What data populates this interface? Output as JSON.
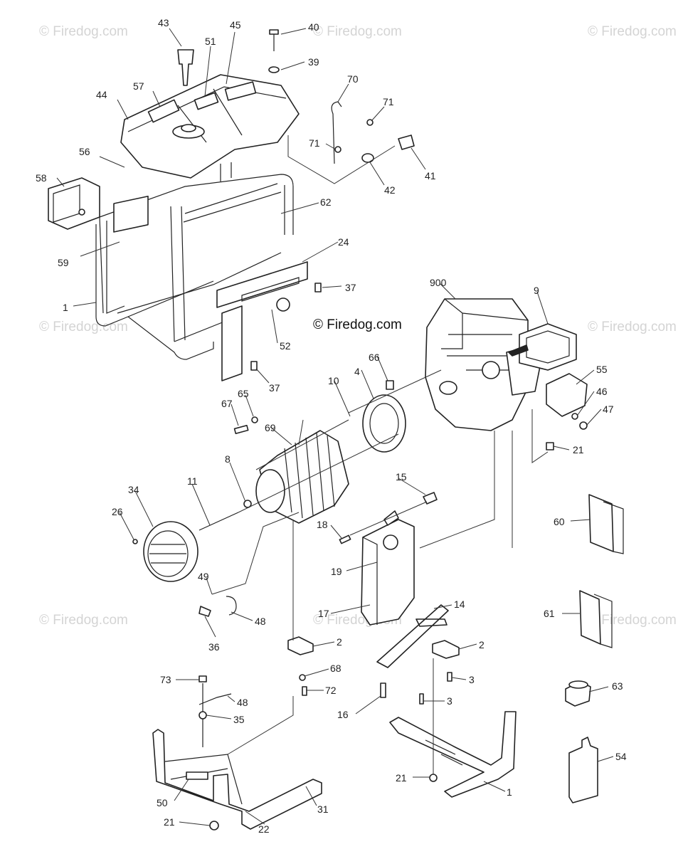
{
  "watermark": {
    "corner_text": "© Firedog.com",
    "center_text": "© Firedog.com"
  },
  "callouts": [
    "43",
    "45",
    "40",
    "51",
    "39",
    "57",
    "70",
    "44",
    "71",
    "71",
    "56",
    "41",
    "58",
    "42",
    "62",
    "24",
    "59",
    "37",
    "1",
    "900",
    "9",
    "52",
    "66",
    "37",
    "4",
    "10",
    "55",
    "67",
    "65",
    "46",
    "69",
    "47",
    "8",
    "21",
    "34",
    "11",
    "15",
    "26",
    "60",
    "18",
    "19",
    "49",
    "14",
    "17",
    "48",
    "61",
    "2",
    "36",
    "2",
    "68",
    "73",
    "72",
    "3",
    "48",
    "63",
    "16",
    "3",
    "35",
    "54",
    "21",
    "1",
    "50",
    "31",
    "21",
    "22"
  ]
}
